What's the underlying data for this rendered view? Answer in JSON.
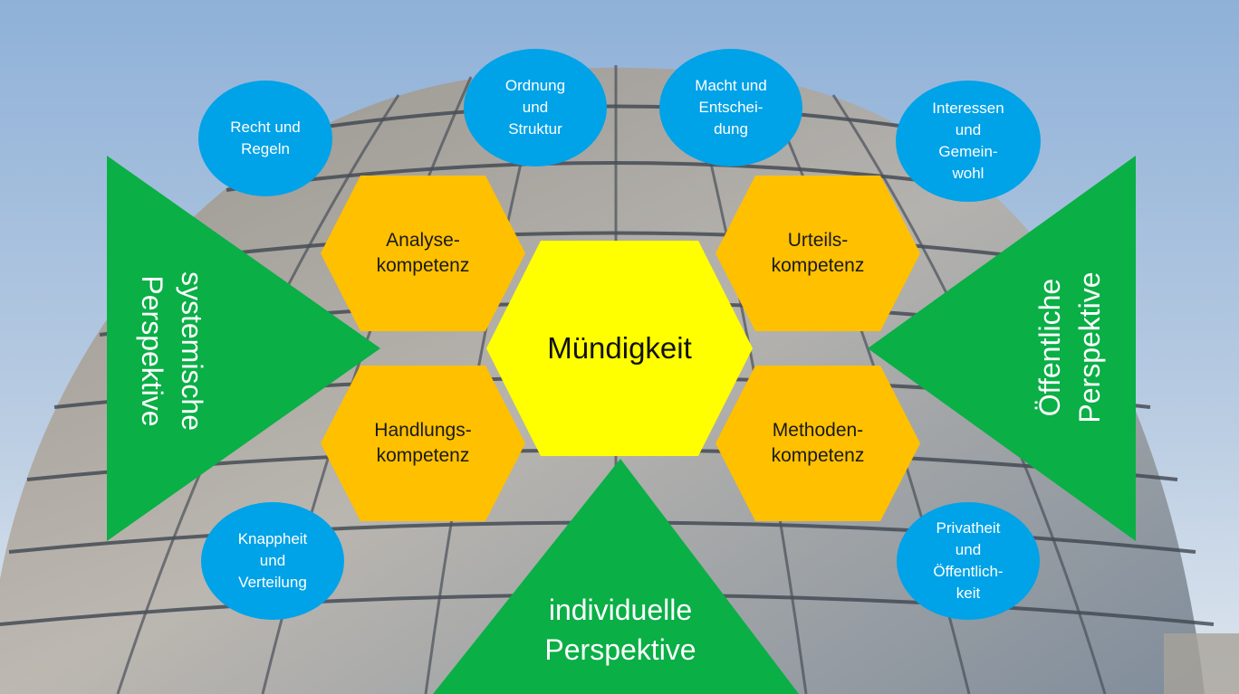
{
  "center": {
    "label": "Mündigkeit"
  },
  "competencies": {
    "analysis": "Analyse-\nkompetenz",
    "judgement": "Urteils-\nkompetenz",
    "action": "Handlungs-\nkompetenz",
    "method": "Methoden-\nkompetenz"
  },
  "perspectives": {
    "systemic": "systemische\nPerspektive",
    "public": "Öffentliche\nPerspektive",
    "individual": "individuelle\nPerspektive"
  },
  "categories": {
    "recht": "Recht und\nRegeln",
    "ordnung": "Ordnung\nund\nStruktur",
    "macht": "Macht und\nEntschei-\ndung",
    "interessen": "Interessen\nund\nGemein-\nwohl",
    "knappheit": "Knappheit\nund\nVerteilung",
    "privatheit": "Privatheit\nund\nÖffentlich-\nkeit"
  },
  "colors": {
    "triangle": "#0aaf46",
    "hexagon": "#ffc000",
    "center_hexagon": "#ffff00",
    "ellipse": "#00a2e8",
    "sky_top": "#8fb1d8",
    "sky_bottom": "#d9e3ee"
  }
}
